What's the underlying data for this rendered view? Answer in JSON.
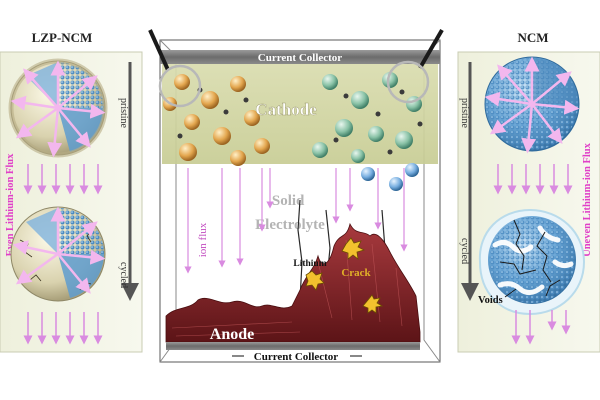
{
  "left_panel": {
    "title": "LZP-NCM",
    "side_label": "Even Lithium-ion Flux",
    "state_top": "pristine",
    "state_bottom": "cycled"
  },
  "right_panel": {
    "title": "NCM",
    "side_label": "Uneven Lithium-ion Flux",
    "state_top": "pristine",
    "state_bottom": "cycled",
    "voids_label": "Voids"
  },
  "cell": {
    "top_collector": "Current Collector",
    "cathode": "Cathode",
    "electrolyte": "Solid\nElectrolyte",
    "ion_flux": "ion flux",
    "lithium": "Lithium",
    "crack": "Crack",
    "anode": "Anode",
    "bottom_collector": "Current Collector"
  },
  "colors": {
    "accent_magenta": "#e040c8",
    "flux_arrow": "#d98be0",
    "collector": "#7a7a7a",
    "cathode_layer": "#cfd4a4",
    "lithium_metal": "#7a1f22",
    "ncm_particle": "#5e9ccf",
    "coating": "#d8d2b0"
  }
}
